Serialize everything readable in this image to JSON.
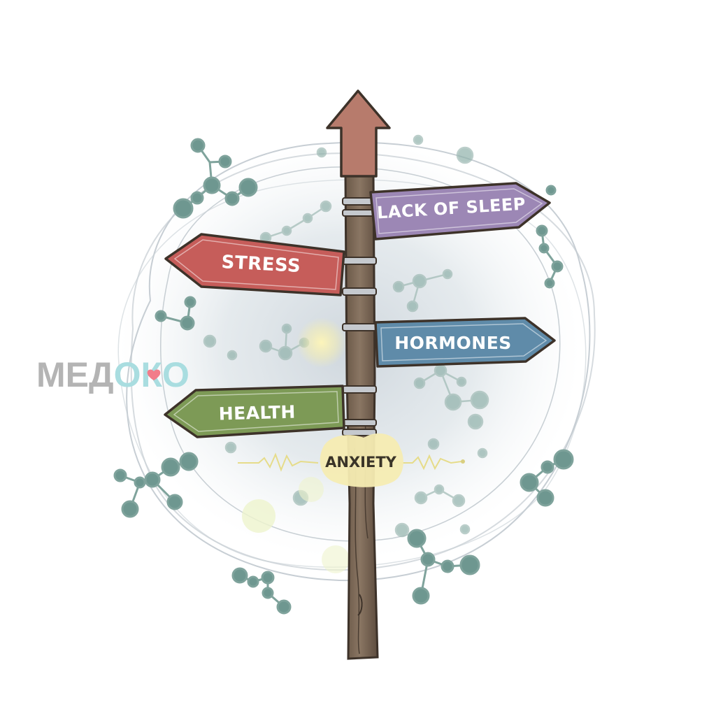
{
  "watermark": {
    "part1": "МЕД",
    "part2": "ОКО",
    "colors": {
      "part1": "#b4b4b4",
      "part2": "#a9dde0",
      "heart": "#f27c8a"
    }
  },
  "signs": {
    "lack_of_sleep": {
      "label": "LACK OF SLEEP",
      "color": "#9c87b5",
      "direction": "right"
    },
    "stress": {
      "label": "STRESS",
      "color": "#c65d5a",
      "direction": "left"
    },
    "hormones": {
      "label": "HORMONES",
      "color": "#5f8ba9",
      "direction": "right"
    },
    "health": {
      "label": "HEALTH",
      "color": "#7d9a56",
      "direction": "left"
    }
  },
  "top_arrow": {
    "color": "#b77b6c",
    "direction": "up"
  },
  "center_label": {
    "text": "ANXIETY",
    "color": "#f5ecb2"
  },
  "post": {
    "color": "#7d6a58"
  },
  "molecule_color": "#6e9790"
}
